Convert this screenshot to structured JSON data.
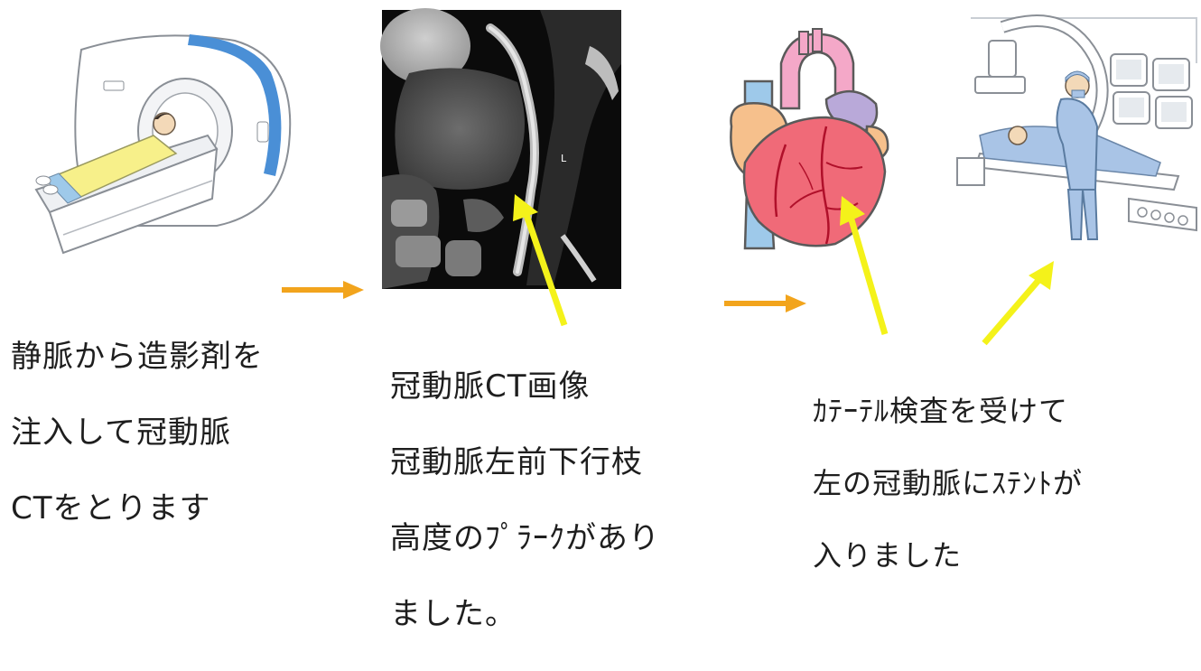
{
  "captions": {
    "ct_scan": [
      "静脈から造影剤を",
      "注入して冠動脈",
      "CTをとります"
    ],
    "ct_image": [
      "冠動脈CT画像",
      "冠動脈左前下行枝",
      "高度のﾌﾟﾗｰｸがあり",
      "ました。"
    ],
    "catheter": [
      "ｶﾃｰﾃﾙ検査を受けて",
      "左の冠動脈にｽﾃﾝﾄが",
      "入りました"
    ]
  },
  "ct_image_marker": "L",
  "colors": {
    "flow_arrow": "#f2a41c",
    "pointer_arrow": "#f4f21a",
    "gantry_blue": "#4a8fd6",
    "patient_sheet": "#f7f08a",
    "heart_red": "#f06a78",
    "heart_pink": "#f4a8c8",
    "heart_blue": "#9ec9ea",
    "heart_purple": "#b9a9d9",
    "heart_orange": "#f6c08c",
    "scrubs": "#a9c4e6"
  },
  "icons": [
    "ct-scanner-illustration",
    "ct-angiogram-image",
    "heart-illustration",
    "cath-lab-illustration"
  ]
}
